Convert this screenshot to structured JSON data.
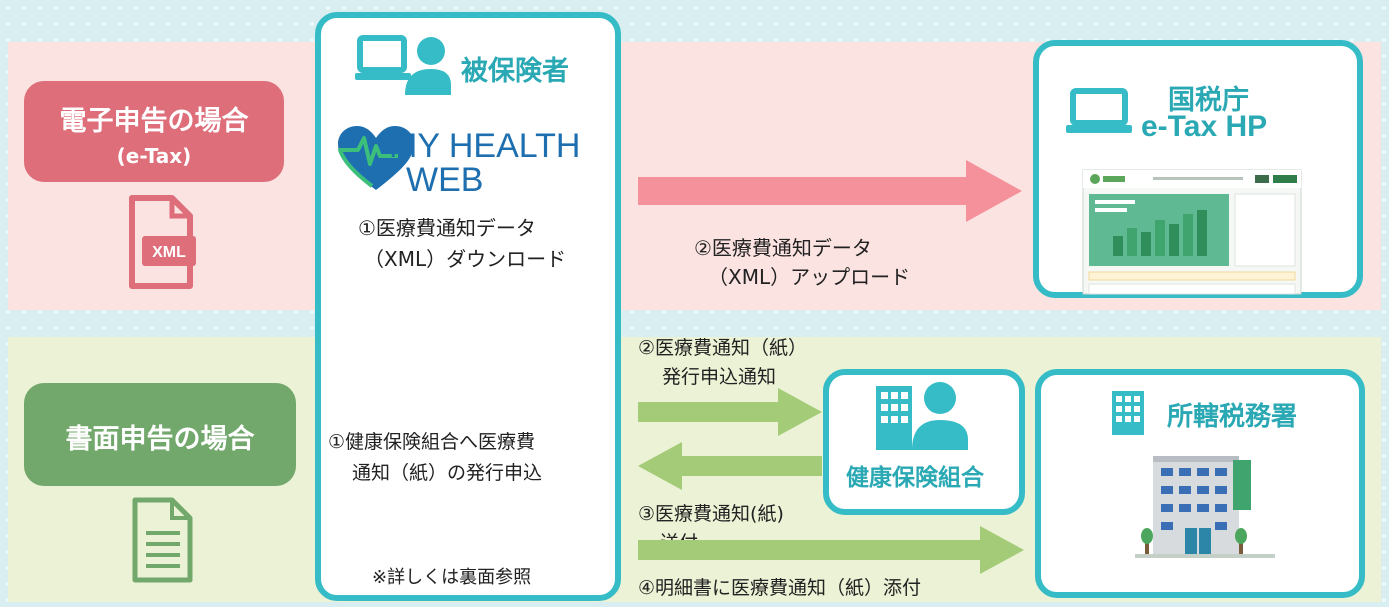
{
  "electronic": {
    "title": "電子申告の場合",
    "subtitle": "(e-Tax)",
    "file_badge": "XML"
  },
  "paper": {
    "title": "書面申告の場合"
  },
  "insured": {
    "title": "被保険者",
    "logo_line1": "MY HEALTH",
    "logo_line2": "WEB",
    "step1_electronic_line1": "①医療費通知データ",
    "step1_electronic_line2": "（XML）ダウンロード",
    "step1_paper_line1": "①健康保険組合へ医療費",
    "step1_paper_line2": "通知（紙）の発行申込",
    "note": "※詳しくは裏面参照"
  },
  "nta": {
    "title_line1": "国税庁",
    "title_line2": "e-Tax HP"
  },
  "arrows": {
    "upload_line1": "②医療費通知データ",
    "upload_line2": "（XML）アップロード",
    "request_line1": "②医療費通知（紙）",
    "request_line2": "発行申込通知",
    "send_line1": "③医療費通知(紙)",
    "send_line2": "送付",
    "attach": "④明細書に医療費通知（紙）添付"
  },
  "kenpo": {
    "title": "健康保険組合"
  },
  "tax_office": {
    "title": "所轄税務署"
  },
  "colors": {
    "teal": "#35bcc6",
    "pink": "#dd6e7a",
    "green": "#72a86b",
    "arrow_pink": "#f4919a",
    "arrow_green": "#a4cc78"
  }
}
